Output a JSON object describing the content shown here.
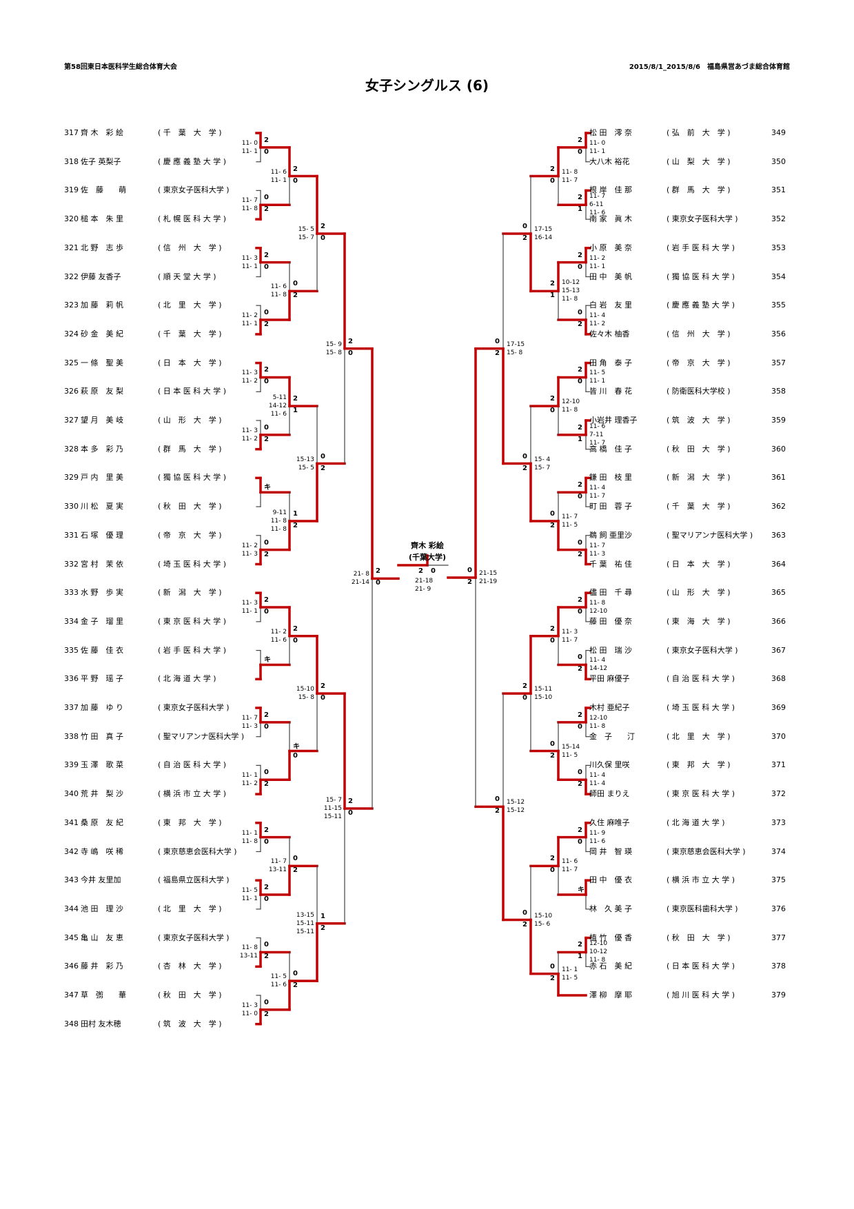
{
  "header": {
    "event": "第58回東日本医科学生総合体育大会",
    "dates_venue": "2015/8/1_2015/8/6　福島県営あづま総合体育館",
    "title": "女子シングルス (6)"
  },
  "colors": {
    "winner_line": "#c00000",
    "loser_line": "#444444"
  },
  "champion": {
    "name": "齊木 彩絵",
    "school": "(千葉大学)"
  },
  "final": {
    "left_wins": "2",
    "right_wins": "0",
    "scores": [
      "21-18",
      "21- 9"
    ]
  },
  "semis": {
    "left": {
      "scores": [
        "21- 8",
        "21-14"
      ]
    },
    "right": {
      "scores": [
        "21-15",
        "21-19"
      ]
    }
  },
  "left_players": [
    {
      "no": "317",
      "name": "齊 木　彩 絵",
      "school": "千　葉　大　学"
    },
    {
      "no": "318",
      "name": "佐子 英梨子",
      "school": "慶 應 義 塾 大 学"
    },
    {
      "no": "319",
      "name": "佐　藤　　萌",
      "school": "東京女子医科大学"
    },
    {
      "no": "320",
      "name": "槌 本　朱 里",
      "school": "札 幌 医 科 大 学"
    },
    {
      "no": "321",
      "name": "北 野　志 歩",
      "school": "信　州　大　学"
    },
    {
      "no": "322",
      "name": "伊藤 友香子",
      "school": "順 天 堂 大 学"
    },
    {
      "no": "323",
      "name": "加 藤　莉 帆",
      "school": "北　里　大　学"
    },
    {
      "no": "324",
      "name": "砂 金　美 紀",
      "school": "千　葉　大　学"
    },
    {
      "no": "325",
      "name": "一 條　聖 美",
      "school": "日　本　大　学"
    },
    {
      "no": "326",
      "name": "萩 原　友 梨",
      "school": "日 本 医 科 大 学"
    },
    {
      "no": "327",
      "name": "望 月　美 岐",
      "school": "山　形　大　学"
    },
    {
      "no": "328",
      "name": "本 多　彩 乃",
      "school": "群　馬　大　学"
    },
    {
      "no": "329",
      "name": "戸 内　里 美",
      "school": "獨 協 医 科 大 学"
    },
    {
      "no": "330",
      "name": "川 松　夏 実",
      "school": "秋　田　大　学"
    },
    {
      "no": "331",
      "name": "石 塚　優 理",
      "school": "帝　京　大　学"
    },
    {
      "no": "332",
      "name": "宮 村　茉 依",
      "school": "埼 玉 医 科 大 学"
    },
    {
      "no": "333",
      "name": "水 野　歩 実",
      "school": "新　潟　大　学"
    },
    {
      "no": "334",
      "name": "金 子　瑠 里",
      "school": "東 京 医 科 大 学"
    },
    {
      "no": "335",
      "name": "佐 藤　佳 衣",
      "school": "岩 手 医 科 大 学"
    },
    {
      "no": "336",
      "name": "平 野　瑶 子",
      "school": "北 海 道 大 学"
    },
    {
      "no": "337",
      "name": "加 藤　ゆ り",
      "school": "東京女子医科大学"
    },
    {
      "no": "338",
      "name": "竹 田　真 子",
      "school": "聖マリアンナ医科大学"
    },
    {
      "no": "339",
      "name": "玉 澤　歌 菜",
      "school": "自 治 医 科 大 学"
    },
    {
      "no": "340",
      "name": "荒 井　梨 沙",
      "school": "横 浜 市 立 大 学"
    },
    {
      "no": "341",
      "name": "桑 原　友 紀",
      "school": "東　邦　大　学"
    },
    {
      "no": "342",
      "name": "寺 嶋　咲 稀",
      "school": "東京慈恵会医科大学"
    },
    {
      "no": "343",
      "name": "今井 友里加",
      "school": "福島県立医科大学"
    },
    {
      "no": "344",
      "name": "池 田　理 沙",
      "school": "北　里　大　学"
    },
    {
      "no": "345",
      "name": "亀 山　友 恵",
      "school": "東京女子医科大学"
    },
    {
      "no": "346",
      "name": "藤 井　彩 乃",
      "school": "杏　林　大　学"
    },
    {
      "no": "347",
      "name": "草　彅　　華",
      "school": "秋　田　大　学"
    },
    {
      "no": "348",
      "name": "田村 友木穂",
      "school": "筑　波　大　学"
    }
  ],
  "right_players": [
    {
      "no": "349",
      "name": "松 田　澪 奈",
      "school": "弘　前　大　学"
    },
    {
      "no": "350",
      "name": "大八木 裕花",
      "school": "山　梨　大　学"
    },
    {
      "no": "351",
      "name": "根 岸　佳 那",
      "school": "群　馬　大　学"
    },
    {
      "no": "352",
      "name": "南 家　眞 木",
      "school": "東京女子医科大学"
    },
    {
      "no": "353",
      "name": "小 原　美 奈",
      "school": "岩 手 医 科 大 学"
    },
    {
      "no": "354",
      "name": "田 中　美 帆",
      "school": "獨 協 医 科 大 学"
    },
    {
      "no": "355",
      "name": "白 岩　友 里",
      "school": "慶 應 義 塾 大 学"
    },
    {
      "no": "356",
      "name": "佐々木 柚香",
      "school": "信　州　大　学"
    },
    {
      "no": "357",
      "name": "田 角　泰 子",
      "school": "帝　京　大　学"
    },
    {
      "no": "358",
      "name": "皆 川　春 花",
      "school": "防衛医科大学校"
    },
    {
      "no": "359",
      "name": "小岩井 理香子",
      "school": "筑　波　大　学"
    },
    {
      "no": "360",
      "name": "高 橋　佳 子",
      "school": "秋　田　大　学"
    },
    {
      "no": "361",
      "name": "鎌 田　枝 里",
      "school": "新　潟　大　学"
    },
    {
      "no": "362",
      "name": "町 田　蓉 子",
      "school": "千　葉　大　学"
    },
    {
      "no": "363",
      "name": "鵜 飼 亜里沙",
      "school": "聖マリアンナ医科大学"
    },
    {
      "no": "364",
      "name": "千 葉　祐 佳",
      "school": "日　本　大　学"
    },
    {
      "no": "365",
      "name": "儘 田　千 尋",
      "school": "山　形　大　学"
    },
    {
      "no": "366",
      "name": "藤 田　優 奈",
      "school": "東　海　大　学"
    },
    {
      "no": "367",
      "name": "松 田　瑞 沙",
      "school": "東京女子医科大学"
    },
    {
      "no": "368",
      "name": "平田 麻優子",
      "school": "自 治 医 科 大 学"
    },
    {
      "no": "369",
      "name": "木村 亜紀子",
      "school": "埼 玉 医 科 大 学"
    },
    {
      "no": "370",
      "name": "金　子　　汀",
      "school": "北　里　大　学"
    },
    {
      "no": "371",
      "name": "川久保 里咲",
      "school": "東　邦　大　学"
    },
    {
      "no": "372",
      "name": "師田 まりえ",
      "school": "東 京 医 科 大 学"
    },
    {
      "no": "373",
      "name": "久住 麻唯子",
      "school": "北 海 道 大 学"
    },
    {
      "no": "374",
      "name": "岡 井　智 瑛",
      "school": "東京慈恵会医科大学"
    },
    {
      "no": "375",
      "name": "田 中　優 衣",
      "school": "横 浜 市 立 大 学"
    },
    {
      "no": "376",
      "name": "林　久 美 子",
      "school": "東京医科歯科大学"
    },
    {
      "no": "377",
      "name": "植 竹　優 香",
      "school": "秋　田　大　学"
    },
    {
      "no": "378",
      "name": "赤 石　美 紀",
      "school": "日 本 医 科 大 学"
    },
    {
      "no": "379",
      "name": "澤 柳　摩 耶",
      "school": "旭 川 医 科 大 学"
    }
  ],
  "left_rounds": [
    [
      {
        "w": 0,
        "s": [
          "2",
          "0"
        ],
        "sc": [
          "11- 0",
          "11- 1"
        ]
      },
      {
        "w": 1,
        "s": [
          "0",
          "2"
        ],
        "sc": [
          "11- 7",
          "11- 8"
        ]
      },
      {
        "w": 0,
        "s": [
          "2",
          "0"
        ],
        "sc": [
          "11- 3",
          "11- 1"
        ]
      },
      {
        "w": 1,
        "s": [
          "0",
          "2"
        ],
        "sc": [
          "11- 2",
          "11- 1"
        ]
      },
      {
        "w": 0,
        "s": [
          "2",
          "0"
        ],
        "sc": [
          "11- 3",
          "11- 2"
        ]
      },
      {
        "w": 1,
        "s": [
          "0",
          "2"
        ],
        "sc": [
          "11- 3",
          "11- 2"
        ]
      },
      {
        "w": 0,
        "s": [
          "キ",
          ""
        ],
        "sc": []
      },
      {
        "w": 1,
        "s": [
          "0",
          "2"
        ],
        "sc": [
          "11- 2",
          "11- 3"
        ]
      },
      {
        "w": 0,
        "s": [
          "2",
          "0"
        ],
        "sc": [
          "11- 3",
          "11- 1"
        ]
      },
      {
        "w": 1,
        "s": [
          "キ",
          ""
        ],
        "sc": []
      },
      {
        "w": 0,
        "s": [
          "2",
          "0"
        ],
        "sc": [
          "11- 7",
          "11- 3"
        ]
      },
      {
        "w": 1,
        "s": [
          "0",
          "2"
        ],
        "sc": [
          "11- 1",
          "11- 2"
        ]
      },
      {
        "w": 0,
        "s": [
          "2",
          "0"
        ],
        "sc": [
          "11- 1",
          "11- 8"
        ]
      },
      {
        "w": 0,
        "s": [
          "2",
          "0"
        ],
        "sc": [
          "11- 5",
          "11- 1"
        ]
      },
      {
        "w": 1,
        "s": [
          "0",
          "2"
        ],
        "sc": [
          "11- 8",
          "13-11"
        ]
      },
      {
        "w": 1,
        "s": [
          "0",
          "2"
        ],
        "sc": [
          "11- 3",
          "11- 0"
        ]
      }
    ],
    [
      {
        "w": 0,
        "s": [
          "2",
          "0"
        ],
        "sc": [
          "11- 6",
          "11- 1"
        ]
      },
      {
        "w": 1,
        "s": [
          "0",
          "2"
        ],
        "sc": [
          "11- 6",
          "11- 8"
        ]
      },
      {
        "w": 0,
        "s": [
          "2",
          "1"
        ],
        "sc": [
          "5-11",
          "14-12",
          "11- 6"
        ]
      },
      {
        "w": 1,
        "s": [
          "1",
          "2"
        ],
        "sc": [
          "9-11",
          "11- 8",
          "11- 8"
        ]
      },
      {
        "w": 0,
        "s": [
          "2",
          "0"
        ],
        "sc": [
          "11- 2",
          "11- 6"
        ]
      },
      {
        "w": 1,
        "s": [
          "キ",
          "0"
        ],
        "sc": []
      },
      {
        "w": 1,
        "s": [
          "0",
          "2"
        ],
        "sc": [
          "11- 7",
          "13-11"
        ]
      },
      {
        "w": 1,
        "s": [
          "0",
          "2"
        ],
        "sc": [
          "11- 5",
          "11- 6"
        ]
      }
    ],
    [
      {
        "w": 0,
        "s": [
          "2",
          "0"
        ],
        "sc": [
          "15- 5",
          "15- 7"
        ]
      },
      {
        "w": 1,
        "s": [
          "0",
          "2"
        ],
        "sc": [
          "15-13",
          "15- 5"
        ]
      },
      {
        "w": 0,
        "s": [
          "2",
          "0"
        ],
        "sc": [
          "15-10",
          "15- 8"
        ]
      },
      {
        "w": 1,
        "s": [
          "1",
          "2"
        ],
        "sc": [
          "13-15",
          "15-11",
          "15-11"
        ]
      }
    ],
    [
      {
        "w": 0,
        "s": [
          "2",
          "0"
        ],
        "sc": [
          "15- 9",
          "15- 8"
        ]
      },
      {
        "w": 0,
        "s": [
          "2",
          "0"
        ],
        "sc": [
          "15- 7",
          "11-15",
          "15-11"
        ]
      }
    ],
    [
      {
        "w": 0,
        "s": [
          "2",
          "0"
        ],
        "sc": [
          "21- 8",
          "21-14"
        ]
      }
    ]
  ],
  "right_rounds": [
    [
      {
        "w": 0,
        "s": [
          "2",
          "0"
        ],
        "sc": [
          "11- 0",
          "11- 1"
        ]
      },
      {
        "w": 0,
        "s": [
          "2",
          "1"
        ],
        "sc": [
          "11- 7",
          "6-11",
          "11- 6"
        ]
      },
      {
        "w": 0,
        "s": [
          "2",
          "0"
        ],
        "sc": [
          "11- 2",
          "11- 1"
        ]
      },
      {
        "w": 1,
        "s": [
          "0",
          "2"
        ],
        "sc": [
          "11- 4",
          "11- 2"
        ]
      },
      {
        "w": 0,
        "s": [
          "2",
          "0"
        ],
        "sc": [
          "11- 5",
          "11- 1"
        ]
      },
      {
        "w": 0,
        "s": [
          "2",
          "1"
        ],
        "sc": [
          "11- 6",
          "7-11",
          "11- 7"
        ]
      },
      {
        "w": 0,
        "s": [
          "2",
          "0"
        ],
        "sc": [
          "11- 4",
          "11- 7"
        ]
      },
      {
        "w": 1,
        "s": [
          "0",
          "2"
        ],
        "sc": [
          "11- 7",
          "11- 3"
        ]
      },
      {
        "w": 0,
        "s": [
          "2",
          "0"
        ],
        "sc": [
          "11- 8",
          "12-10"
        ]
      },
      {
        "w": 1,
        "s": [
          "0",
          "2"
        ],
        "sc": [
          "11- 4",
          "14-12"
        ]
      },
      {
        "w": 0,
        "s": [
          "2",
          "0"
        ],
        "sc": [
          "12-10",
          "11- 8"
        ]
      },
      {
        "w": 1,
        "s": [
          "0",
          "2"
        ],
        "sc": [
          "11- 4",
          "11- 4"
        ]
      },
      {
        "w": 0,
        "s": [
          "2",
          "0"
        ],
        "sc": [
          "11- 9",
          "11- 6"
        ]
      },
      {
        "w": 0,
        "s": [
          "キ",
          ""
        ],
        "sc": []
      },
      {
        "w": 0,
        "s": [
          "2",
          "1"
        ],
        "sc": [
          "12-10",
          "10-12",
          "11- 8"
        ]
      },
      {
        "bye": true
      }
    ],
    [
      {
        "w": 0,
        "s": [
          "2",
          "0"
        ],
        "sc": [
          "11- 8",
          "11- 7"
        ]
      },
      {
        "w": 0,
        "s": [
          "2",
          "1"
        ],
        "sc": [
          "10-12",
          "15-13",
          "11- 8"
        ]
      },
      {
        "w": 0,
        "s": [
          "2",
          "0"
        ],
        "sc": [
          "12-10",
          "11- 8"
        ]
      },
      {
        "w": 1,
        "s": [
          "0",
          "2"
        ],
        "sc": [
          "11- 7",
          "11- 5"
        ]
      },
      {
        "w": 0,
        "s": [
          "2",
          "0"
        ],
        "sc": [
          "11- 3",
          "11- 7"
        ]
      },
      {
        "w": 1,
        "s": [
          "0",
          "2"
        ],
        "sc": [
          "15-14",
          "11- 5"
        ]
      },
      {
        "w": 0,
        "s": [
          "2",
          "0"
        ],
        "sc": [
          "11- 6",
          "11- 7"
        ]
      },
      {
        "w": 1,
        "s": [
          "0",
          "2"
        ],
        "sc": [
          "11- 1",
          "11- 5"
        ]
      }
    ],
    [
      {
        "w": 1,
        "s": [
          "0",
          "2"
        ],
        "sc": [
          "17-15",
          "16-14"
        ]
      },
      {
        "w": 1,
        "s": [
          "0",
          "2"
        ],
        "sc": [
          "15- 4",
          "15- 7"
        ]
      },
      {
        "w": 0,
        "s": [
          "2",
          "0"
        ],
        "sc": [
          "15-11",
          "15-10"
        ]
      },
      {
        "w": 1,
        "s": [
          "0",
          "2"
        ],
        "sc": [
          "15-10",
          "15- 6"
        ]
      }
    ],
    [
      {
        "w": 1,
        "s": [
          "0",
          "2"
        ],
        "sc": [
          "17-15",
          "15- 8"
        ]
      },
      {
        "w": 1,
        "s": [
          "0",
          "2"
        ],
        "sc": [
          "15-12",
          "15-12"
        ]
      }
    ],
    [
      {
        "w": 0,
        "s": [
          "0",
          "2"
        ],
        "sc": [
          "21-15",
          "21-19"
        ]
      }
    ]
  ]
}
